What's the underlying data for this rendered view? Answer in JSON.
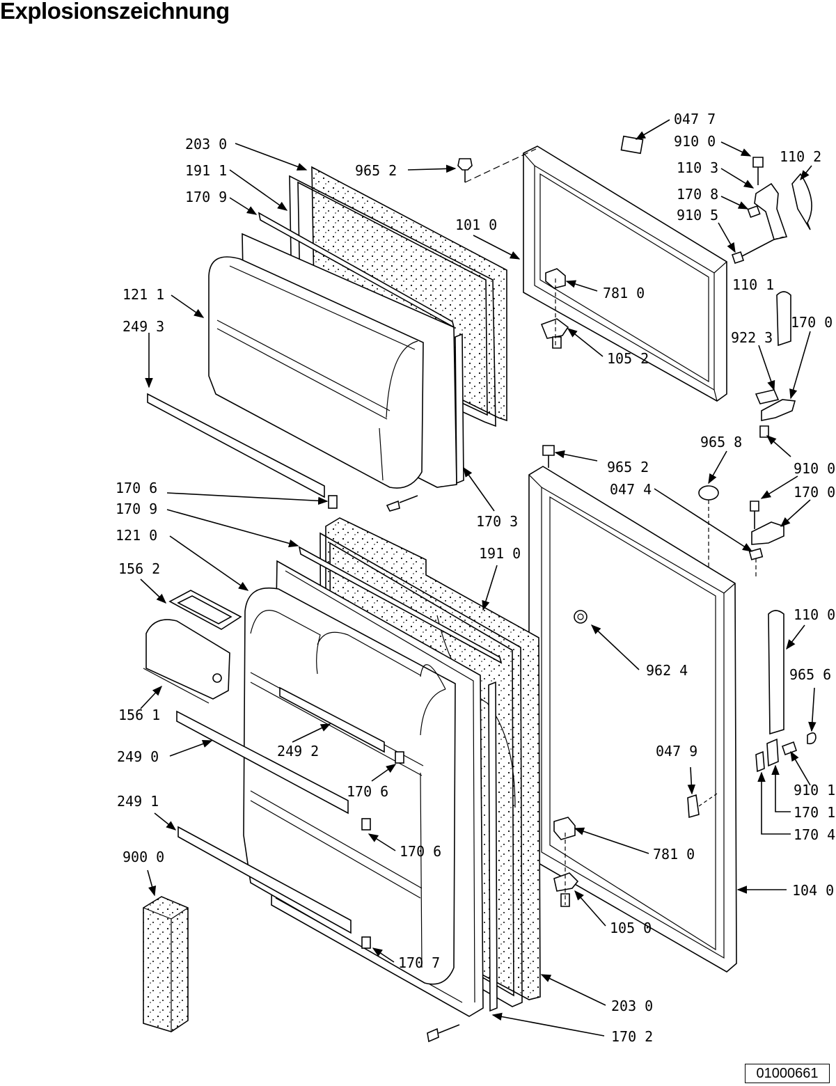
{
  "title": "Explosionszeichnung",
  "document_id": "01000661",
  "callouts": [
    {
      "id": "c-2030-top",
      "text": "203  0"
    },
    {
      "id": "c-1911",
      "text": "191  1"
    },
    {
      "id": "c-1709-top",
      "text": "170  9"
    },
    {
      "id": "c-9652-top",
      "text": "965  2"
    },
    {
      "id": "c-1010",
      "text": "101  0"
    },
    {
      "id": "c-0477",
      "text": "047  7"
    },
    {
      "id": "c-9100-top",
      "text": "910  0"
    },
    {
      "id": "c-1103",
      "text": "110  3"
    },
    {
      "id": "c-1102",
      "text": "110  2"
    },
    {
      "id": "c-1708",
      "text": "170  8"
    },
    {
      "id": "c-9105",
      "text": "910  5"
    },
    {
      "id": "c-1211",
      "text": "121  1"
    },
    {
      "id": "c-2493",
      "text": "249  3"
    },
    {
      "id": "c-7810-top",
      "text": "781  0"
    },
    {
      "id": "c-1101",
      "text": "110  1"
    },
    {
      "id": "c-1700-top",
      "text": "170  0"
    },
    {
      "id": "c-9223",
      "text": "922  3"
    },
    {
      "id": "c-1052",
      "text": "105  2"
    },
    {
      "id": "c-9658",
      "text": "965  8"
    },
    {
      "id": "c-9652-mid",
      "text": "965  2"
    },
    {
      "id": "c-9100-mid",
      "text": "910  0"
    },
    {
      "id": "c-0474",
      "text": "047  4"
    },
    {
      "id": "c-1700-mid",
      "text": "170  0"
    },
    {
      "id": "c-1706-left",
      "text": "170  6"
    },
    {
      "id": "c-1709-mid",
      "text": "170  9"
    },
    {
      "id": "c-1703",
      "text": "170  3"
    },
    {
      "id": "c-1210",
      "text": "121  0"
    },
    {
      "id": "c-1910",
      "text": "191  0"
    },
    {
      "id": "c-1562",
      "text": "156  2"
    },
    {
      "id": "c-1100",
      "text": "110  0"
    },
    {
      "id": "c-9624",
      "text": "962  4"
    },
    {
      "id": "c-9656",
      "text": "965  6"
    },
    {
      "id": "c-1561",
      "text": "156  1"
    },
    {
      "id": "c-2492",
      "text": "249  2"
    },
    {
      "id": "c-0479",
      "text": "047  9"
    },
    {
      "id": "c-2490",
      "text": "249  0"
    },
    {
      "id": "c-1706-mid",
      "text": "170  6"
    },
    {
      "id": "c-9101",
      "text": "910  1"
    },
    {
      "id": "c-1711",
      "text": "170  1"
    },
    {
      "id": "c-2491",
      "text": "249  1"
    },
    {
      "id": "c-1704",
      "text": "170  4"
    },
    {
      "id": "c-1706-low",
      "text": "170  6"
    },
    {
      "id": "c-7810-low",
      "text": "781  0"
    },
    {
      "id": "c-9000",
      "text": "900  0"
    },
    {
      "id": "c-1040",
      "text": "104  0"
    },
    {
      "id": "c-1050",
      "text": "105  0"
    },
    {
      "id": "c-1707",
      "text": "170 7"
    },
    {
      "id": "c-2030-low",
      "text": "203  0"
    },
    {
      "id": "c-1702",
      "text": "170  2"
    }
  ]
}
